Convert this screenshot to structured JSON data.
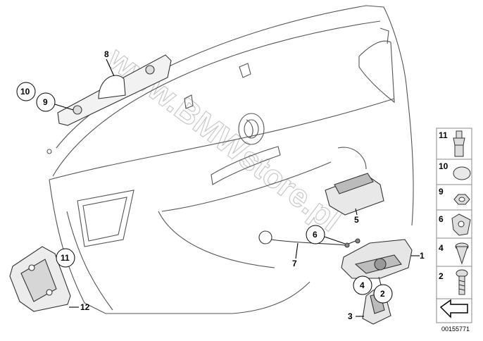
{
  "watermark": "www.BMWstore.pl",
  "reference_number": "00155771",
  "callouts": {
    "c1": "1",
    "c2": "2",
    "c3": "3",
    "c4": "4",
    "c5": "5",
    "c6": "6",
    "c7": "7",
    "c8": "8",
    "c9": "9",
    "c10": "10",
    "c11": "11",
    "c12": "12"
  },
  "legend": [
    {
      "number": "11",
      "icon": "connector-clip-icon"
    },
    {
      "number": "10",
      "icon": "cap-icon"
    },
    {
      "number": "9",
      "icon": "nut-icon"
    },
    {
      "number": "6",
      "icon": "cable-holder-icon"
    },
    {
      "number": "4",
      "icon": "countersunk-screw-icon"
    },
    {
      "number": "2",
      "icon": "screw-icon"
    }
  ]
}
